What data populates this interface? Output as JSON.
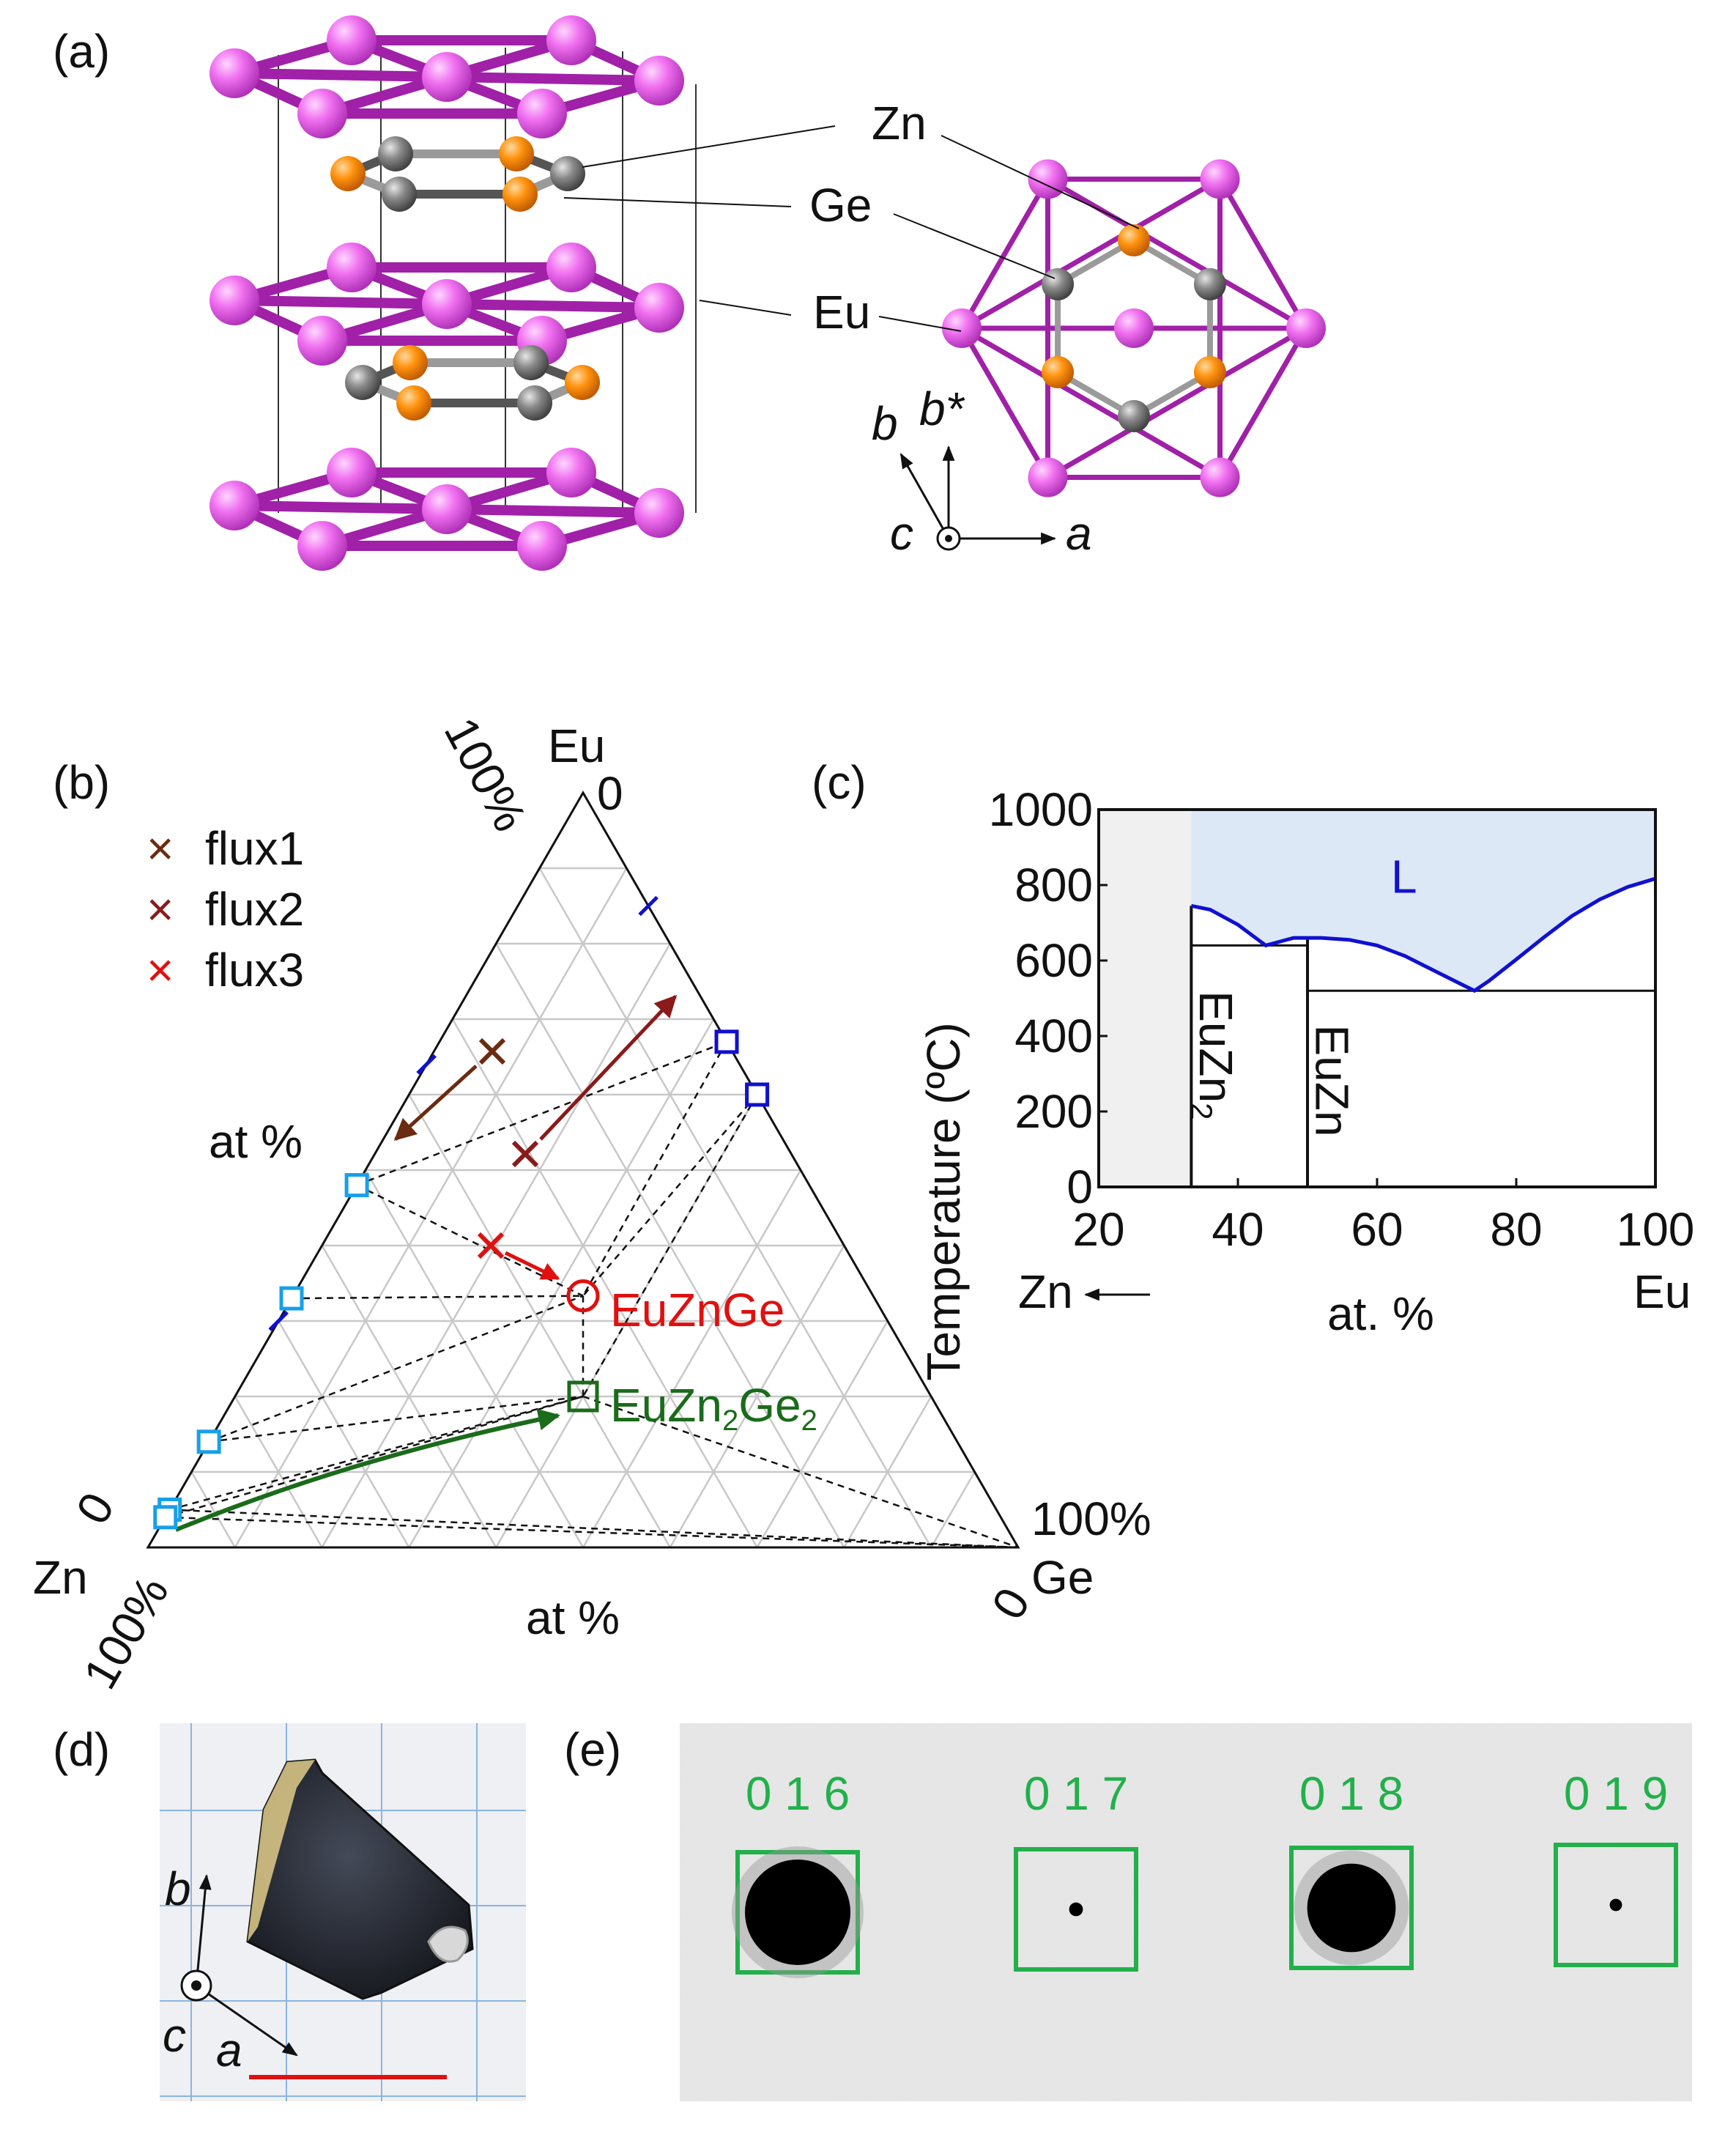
{
  "colors": {
    "eu": "#e65ce6",
    "eu_bond": "#a020a8",
    "zn": "#ff8c00",
    "ge": "#808080",
    "flux1": "#6b2b10",
    "flux2": "#8b1a1a",
    "flux3": "#e01010",
    "euznge": "#e01010",
    "euzn2ge2": "#1a6b1a",
    "phase_square_light": "#18a0e8",
    "phase_square_dark": "#1010d0",
    "liquid_fill": "#dce8f5",
    "liquidus": "#1010d0",
    "scale_bar": "#e01010",
    "reflection_box": "#22b04b"
  },
  "panel_a": {
    "label": "(a)",
    "atoms": {
      "zn": "Zn",
      "ge": "Ge",
      "eu": "Eu"
    },
    "axes": {
      "b": "b",
      "b_star": "b*",
      "c": "c",
      "a": "a"
    }
  },
  "panel_b": {
    "label": "(b)",
    "vertices": {
      "top": "Eu",
      "left": "Zn",
      "right": "Ge"
    },
    "corner_labels": {
      "top_pct": "100%",
      "top_zero": "0",
      "left_zero": "0",
      "left_pct": "100%",
      "right_pct": "100%",
      "right_zero": "0"
    },
    "axis_labels": {
      "left": "at %",
      "bottom": "at %"
    },
    "legend": [
      {
        "symbol": "×",
        "label": "flux1"
      },
      {
        "symbol": "×",
        "label": "flux2"
      },
      {
        "symbol": "×",
        "label": "flux3"
      }
    ],
    "phases": {
      "circle": "EuZnGe",
      "square_base": "EuZn",
      "square_sub1": "2",
      "square_mid": "Ge",
      "square_sub2": "2"
    }
  },
  "panel_c": {
    "label": "(c)",
    "ylabel": "Temperature (ºC)",
    "xlabel": "at. %",
    "x_left": "Zn",
    "x_right": "Eu",
    "region": "L",
    "phase1_base": "EuZn",
    "phase1_sub": "2",
    "phase2": "EuZn"
  },
  "chart_data": {
    "type": "line",
    "title": "",
    "xlabel": "at. %",
    "ylabel": "Temperature (ºC)",
    "xlim": [
      20,
      100
    ],
    "ylim": [
      0,
      1000
    ],
    "xticks": [
      20,
      40,
      60,
      80,
      100
    ],
    "yticks": [
      0,
      200,
      400,
      600,
      800,
      1000
    ],
    "series": [
      {
        "x": [
          33.3,
          36,
          40,
          44,
          48,
          52,
          56,
          60,
          64,
          68,
          72,
          74,
          76,
          80,
          84,
          88,
          92,
          96,
          100
        ],
        "y": [
          745,
          735,
          695,
          640,
          660,
          660,
          655,
          640,
          612,
          575,
          538,
          520,
          545,
          603,
          662,
          718,
          762,
          795,
          817
        ]
      }
    ],
    "solidus": [
      {
        "x": [
          33.3,
          50
        ],
        "y": 640
      },
      {
        "x": [
          50,
          100
        ],
        "y": 520
      }
    ],
    "phase_boundaries_x": [
      33.3,
      50
    ],
    "grid": false
  },
  "panel_d": {
    "label": "(d)",
    "axes": {
      "b": "b",
      "c": "c",
      "a": "a"
    }
  },
  "panel_e": {
    "label": "(e)",
    "reflections": [
      {
        "hkl": "0 1 6",
        "intensity": 1.0
      },
      {
        "hkl": "0 1 7",
        "intensity": 0.12
      },
      {
        "hkl": "0 1 8",
        "intensity": 0.65
      },
      {
        "hkl": "0 1 9",
        "intensity": 0.07
      }
    ]
  }
}
